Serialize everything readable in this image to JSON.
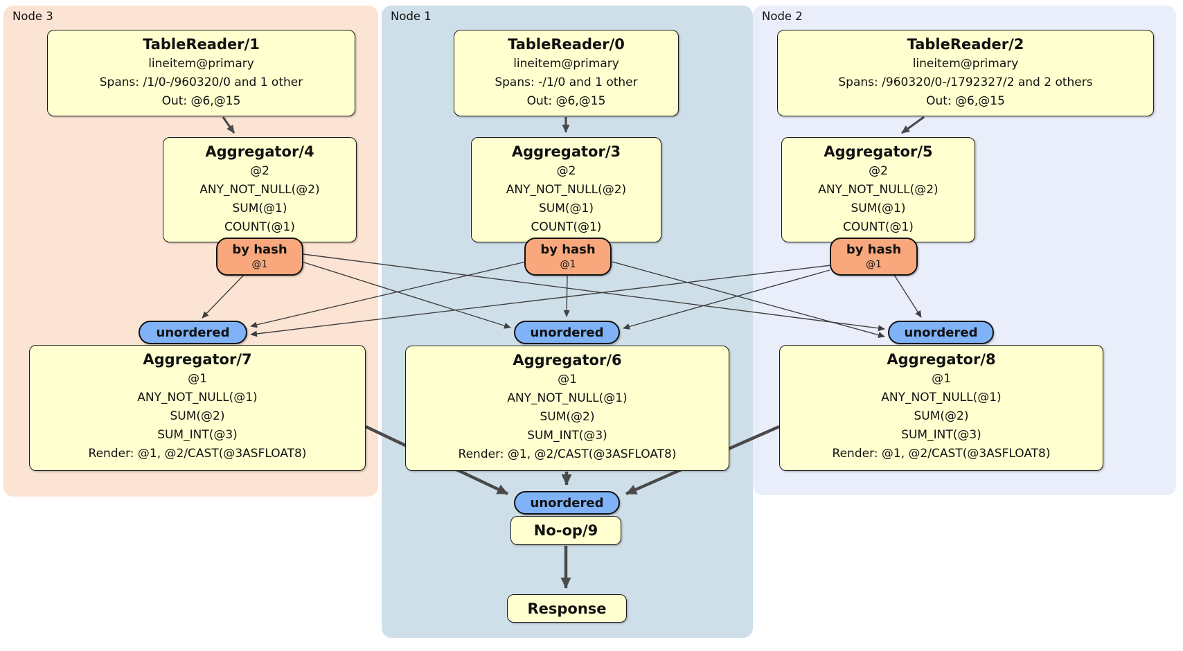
{
  "regions": [
    {
      "id": "node3",
      "label": "Node 3",
      "background": "#fce4d4"
    },
    {
      "id": "node1",
      "label": "Node 1",
      "background": "#cfdfe9"
    },
    {
      "id": "node2",
      "label": "Node 2",
      "background": "#e9eefa"
    }
  ],
  "processors": {
    "tr1": {
      "title": "TableReader/1",
      "lines": [
        "lineitem@primary",
        "Spans: /1/0-/960320/0 and 1 other",
        "Out: @6,@15"
      ]
    },
    "tr0": {
      "title": "TableReader/0",
      "lines": [
        "lineitem@primary",
        "Spans: -/1/0 and 1 other",
        "Out: @6,@15"
      ]
    },
    "tr2": {
      "title": "TableReader/2",
      "lines": [
        "lineitem@primary",
        "Spans: /960320/0-/1792327/2 and 2 others",
        "Out: @6,@15"
      ]
    },
    "agg4": {
      "title": "Aggregator/4",
      "lines": [
        "@2",
        "ANY_NOT_NULL(@2)",
        "SUM(@1)",
        "COUNT(@1)"
      ]
    },
    "agg3": {
      "title": "Aggregator/3",
      "lines": [
        "@2",
        "ANY_NOT_NULL(@2)",
        "SUM(@1)",
        "COUNT(@1)"
      ]
    },
    "agg5": {
      "title": "Aggregator/5",
      "lines": [
        "@2",
        "ANY_NOT_NULL(@2)",
        "SUM(@1)",
        "COUNT(@1)"
      ]
    },
    "agg7": {
      "title": "Aggregator/7",
      "lines": [
        "@1",
        "ANY_NOT_NULL(@1)",
        "SUM(@2)",
        "SUM_INT(@3)",
        "Render: @1, @2/CAST(@3ASFLOAT8)"
      ]
    },
    "agg6": {
      "title": "Aggregator/6",
      "lines": [
        "@1",
        "ANY_NOT_NULL(@1)",
        "SUM(@2)",
        "SUM_INT(@3)",
        "Render: @1, @2/CAST(@3ASFLOAT8)"
      ]
    },
    "agg8": {
      "title": "Aggregator/8",
      "lines": [
        "@1",
        "ANY_NOT_NULL(@1)",
        "SUM(@2)",
        "SUM_INT(@3)",
        "Render: @1, @2/CAST(@3ASFLOAT8)"
      ]
    },
    "noop": {
      "title": "No-op/9"
    },
    "response": {
      "title": "Response"
    }
  },
  "routers": {
    "by_hash": {
      "label": "by hash",
      "key": "@1"
    },
    "unordered": {
      "label": "unordered"
    }
  },
  "colors": {
    "node_box_fill": "#ffffd0",
    "by_hash_fill": "#f8a87c",
    "unordered_fill": "#7fb2f7",
    "edge": "#3f3f3f",
    "node3_bg": "#fce4d4",
    "node1_bg": "#cfdfe9",
    "node2_bg": "#e9eefa"
  }
}
